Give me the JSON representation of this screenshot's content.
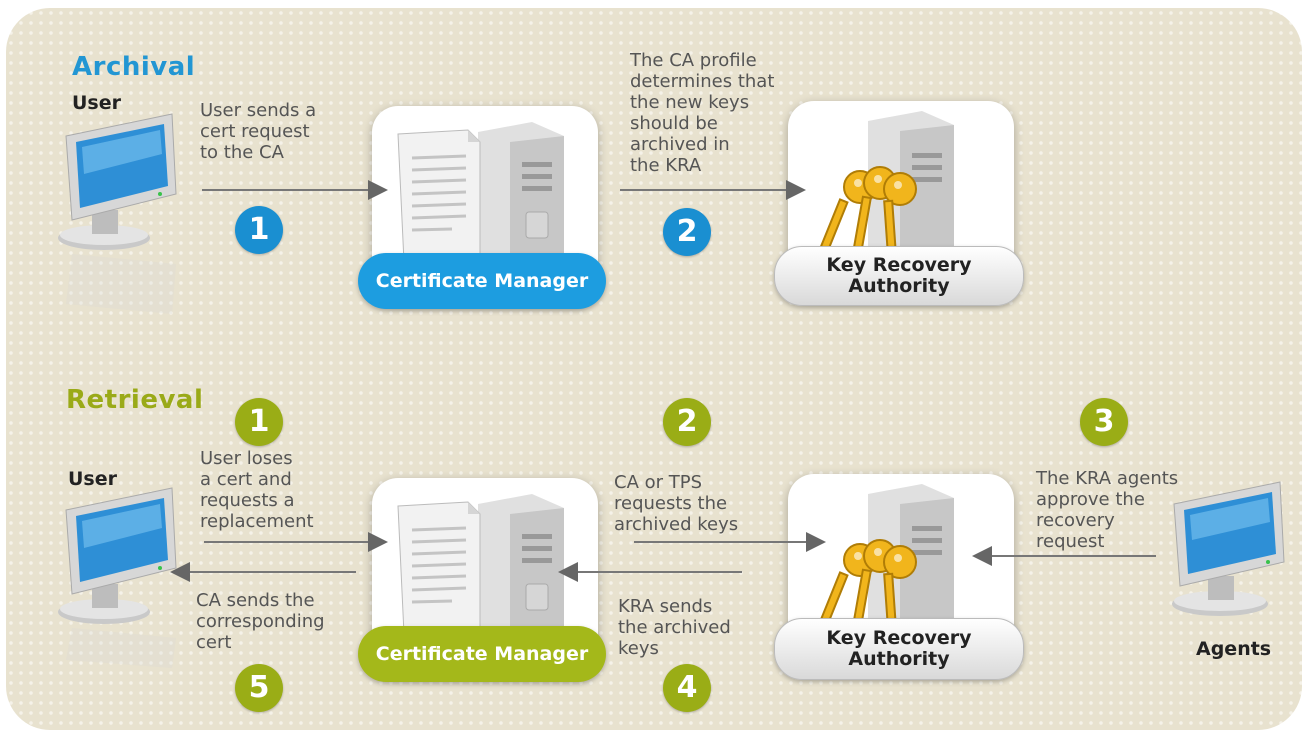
{
  "sections": {
    "archival": {
      "title": "Archival",
      "user_label": "User",
      "step1_text": "User sends a\ncert request\nto the CA",
      "step1_badge": "1",
      "step2_text": "The CA profile\ndetermines that\nthe new keys\nshould be\narchived in\nthe KRA",
      "step2_badge": "2",
      "cm_label": "Certificate Manager",
      "kra_label": "Key Recovery\nAuthority"
    },
    "retrieval": {
      "title": "Retrieval",
      "user_label": "User",
      "agents_label": "Agents",
      "step1_badge": "1",
      "step1_text": "User loses\na cert and\nrequests a\nreplacement",
      "step2_badge": "2",
      "step2_text": "CA or TPS\nrequests the\narchived keys",
      "step3_badge": "3",
      "step3_text": "The KRA agents\napprove the\nrecovery\nrequest",
      "step4_badge": "4",
      "step4_text": "KRA sends\nthe archived\nkeys",
      "step5_badge": "5",
      "step5_text": "CA sends the\ncorresponding\ncert",
      "cm_label": "Certificate Manager",
      "kra_label": "Key Recovery\nAuthority"
    }
  },
  "colors": {
    "archival_accent": "#2296d3",
    "retrieval_accent": "#9aad16",
    "background": "#e8e2cf",
    "arrow": "#666666"
  },
  "icons": [
    "monitor-icon",
    "server-document-icon",
    "server-keys-icon"
  ]
}
